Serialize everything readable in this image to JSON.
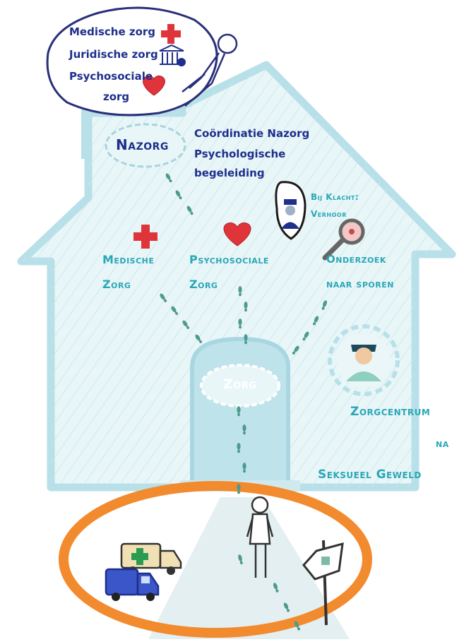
{
  "bubble": {
    "line1": "Medische zorg",
    "line2": "Juridische zorg",
    "line3": "Psychosociale",
    "line4": "zorg"
  },
  "nazorg": {
    "oval_label": "Nazorg",
    "desc1": "Coördinatie Nazorg",
    "desc2": "Psychologische",
    "desc3": "begeleiding"
  },
  "klacht": {
    "line1": "Bij Klacht:",
    "line2": "Verhoor"
  },
  "medisch": {
    "line1": "Medische",
    "line2": "Zorg"
  },
  "psycho": {
    "line1": "Psychosociale",
    "line2": "Zorg"
  },
  "onderzoek": {
    "line1": "Onderzoek",
    "line2": "naar sporen"
  },
  "door": {
    "label": "Zorg"
  },
  "centrum": {
    "line1": "Zorgcentrum",
    "line2": "na",
    "line3": "Seksueel Geweld"
  },
  "colors": {
    "house_fill": "#e4f3f6",
    "house_stroke": "#b8e0e8",
    "teal_text": "#2aa7b6",
    "navy_text": "#1e2f8c",
    "highlight_ring": "#f28a2e",
    "heart": "#e0343b",
    "cross": "#e0343b",
    "footprints": "#4e9b8c"
  },
  "icons": [
    "red-cross-icon",
    "courthouse-icon",
    "heart-icon",
    "police-officer-icon",
    "magnifier-icon",
    "nurse-icon",
    "ambulance-icon",
    "van-icon",
    "signpost-icon",
    "person-icon",
    "footprints-icon"
  ]
}
